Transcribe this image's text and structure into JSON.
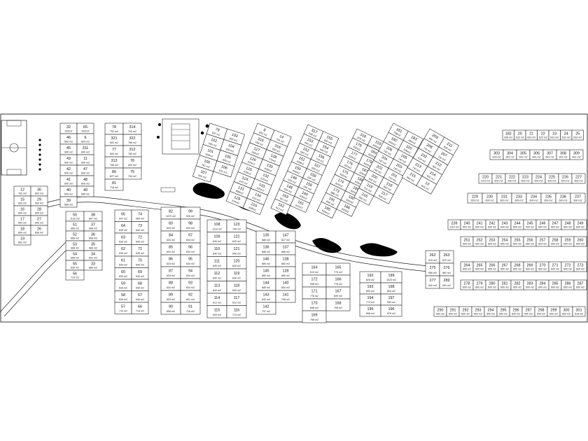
{
  "lots": {
    "strip_a": [
      {
        "no": "12",
        "area": "762 m2"
      },
      {
        "no": "30",
        "area": "803 m2"
      },
      {
        "no": "15",
        "area": "600 m2"
      },
      {
        "no": "29",
        "area": "600 m2"
      },
      {
        "no": "16",
        "area": "600 m2"
      },
      {
        "no": "28",
        "area": "600 m2"
      },
      {
        "no": "17",
        "area": "600 m2"
      },
      {
        "no": "27",
        "area": "600 m2"
      },
      {
        "no": "18",
        "area": "600 m2"
      },
      {
        "no": "26",
        "area": "836 m2"
      },
      {
        "no": "19",
        "area": "681 m2"
      }
    ],
    "strip_b": [
      {
        "no": "32",
        "area": "922m2"
      },
      {
        "no": "65",
        "area": "922m2"
      },
      {
        "no": "46",
        "area": "600 m2"
      },
      {
        "no": "6",
        "area": "600 m2"
      },
      {
        "no": "45",
        "area": "600 m2"
      },
      {
        "no": "311",
        "area": "600 m2"
      },
      {
        "no": "43",
        "area": "600 m2"
      },
      {
        "no": "11",
        "area": "600 m2"
      },
      {
        "no": "42",
        "area": "600 m2"
      },
      {
        "no": "47",
        "area": "600 m2"
      },
      {
        "no": "41",
        "area": "600 m2"
      },
      {
        "no": "48",
        "area": "600 m2"
      },
      {
        "no": "40",
        "area": "600 m2"
      },
      {
        "no": "49",
        "area": "665 m2"
      },
      {
        "no": "39",
        "area": "685 m2"
      }
    ],
    "strip_c": [
      {
        "no": "78",
        "area": "700 m2"
      },
      {
        "no": "314",
        "area": "700 m2"
      },
      {
        "no": "321",
        "area": "600 m2"
      },
      {
        "no": "322",
        "area": "786 m2"
      },
      {
        "no": "77",
        "area": "600 m2"
      },
      {
        "no": "312",
        "area": "780 m2"
      },
      {
        "no": "313",
        "area": "785 m2"
      },
      {
        "no": "76",
        "area": "600 m2"
      },
      {
        "no": "80",
        "area": "627 m2"
      },
      {
        "no": "75",
        "area": "754 m2"
      },
      {
        "no": "81",
        "area": "718 m2"
      }
    ],
    "block_left": [
      {
        "no": "65",
        "area": "647 m2"
      },
      {
        "no": "74",
        "area": "954 m2"
      },
      {
        "no": "64",
        "area": "639 m2"
      },
      {
        "no": "73",
        "area": "640 m2"
      },
      {
        "no": "63",
        "area": "639 m2"
      },
      {
        "no": "72",
        "area": "640 m2"
      },
      {
        "no": "62",
        "area": "639 m2"
      },
      {
        "no": "71",
        "area": "640 m2"
      },
      {
        "no": "61",
        "area": "639 m2"
      },
      {
        "no": "70",
        "area": "640 m2"
      },
      {
        "no": "60",
        "area": "639 m2"
      },
      {
        "no": "69",
        "area": "640 m2"
      },
      {
        "no": "59",
        "area": "639 m2"
      },
      {
        "no": "68",
        "area": "640 m2"
      },
      {
        "no": "58",
        "area": "639 m2"
      },
      {
        "no": "67",
        "area": "640 m2"
      },
      {
        "no": "57",
        "area": "715 m2"
      },
      {
        "no": "66",
        "area": "715 m2"
      }
    ],
    "block_west": [
      {
        "no": "50",
        "area": "1133 m2"
      },
      {
        "no": "38",
        "area": "897 m2"
      },
      {
        "no": "51",
        "area": "668 m2"
      },
      {
        "no": "37",
        "area": "668 m2"
      },
      {
        "no": "52",
        "area": "668 m2"
      },
      {
        "no": "36",
        "area": "668 m2"
      },
      {
        "no": "53",
        "area": "668 m2"
      },
      {
        "no": "35",
        "area": "668 m2"
      },
      {
        "no": "54",
        "area": "668 m2"
      },
      {
        "no": "34",
        "area": "822 m2"
      },
      {
        "no": "55",
        "area": "636 m2"
      },
      {
        "no": "33",
        "area": "889 m2"
      },
      {
        "no": "56",
        "area": "715 m2"
      }
    ],
    "block_mid": [
      {
        "no": "82",
        "area": "1073 m2"
      },
      {
        "no": "99",
        "area": "926 m2"
      },
      {
        "no": "83",
        "area": "634 m2"
      },
      {
        "no": "98",
        "area": "634 m2"
      },
      {
        "no": "84",
        "area": "634 m2"
      },
      {
        "no": "97",
        "area": "634 m2"
      },
      {
        "no": "85",
        "area": "634 m2"
      },
      {
        "no": "96",
        "area": "634 m2"
      },
      {
        "no": "86",
        "area": "634 m2"
      },
      {
        "no": "95",
        "area": "634 m2"
      },
      {
        "no": "87",
        "area": "634 m2"
      },
      {
        "no": "94",
        "area": "634 m2"
      },
      {
        "no": "88",
        "area": "634 m2"
      },
      {
        "no": "93",
        "area": "634 m2"
      },
      {
        "no": "89",
        "area": "634 m2"
      },
      {
        "no": "92",
        "area": "601 m2"
      },
      {
        "no": "90",
        "area": "698 m2"
      },
      {
        "no": "91",
        "area": "716 m2"
      }
    ],
    "block_center": [
      {
        "no": "108",
        "area": "1118 m2"
      },
      {
        "no": "123",
        "area": "736 m2"
      },
      {
        "no": "109",
        "area": "640 m2"
      },
      {
        "no": "122",
        "area": "640 m2"
      },
      {
        "no": "110",
        "area": "640 m2"
      },
      {
        "no": "121",
        "area": "640 m2"
      },
      {
        "no": "111",
        "area": "640 m2"
      },
      {
        "no": "120",
        "area": "640 m2"
      },
      {
        "no": "112",
        "area": "640 m2"
      },
      {
        "no": "119",
        "area": "640 m2"
      },
      {
        "no": "113",
        "area": "640 m2"
      },
      {
        "no": "118",
        "area": "640 m2"
      },
      {
        "no": "114",
        "area": "612 m2"
      },
      {
        "no": "117",
        "area": "612 m2"
      },
      {
        "no": "115",
        "area": "693 m2"
      },
      {
        "no": "116",
        "area": "713 m2"
      }
    ],
    "block_135": [
      {
        "no": "135",
        "area": "686 m2"
      },
      {
        "no": "147",
        "area": "627 m2"
      },
      {
        "no": "136",
        "area": "686 m2"
      },
      {
        "no": "137",
        "area": "686 m2"
      },
      {
        "no": "146",
        "area": "680 m2"
      },
      {
        "no": "138",
        "area": "680 m2"
      },
      {
        "no": "145",
        "area": "680 m2"
      },
      {
        "no": "139",
        "area": "680 m2"
      },
      {
        "no": "144",
        "area": "680 m2"
      },
      {
        "no": "140",
        "area": "654 m2"
      },
      {
        "no": "143",
        "area": "640 m2"
      },
      {
        "no": "141",
        "area": "748 m2"
      },
      {
        "no": "142",
        "area": "737 m2"
      }
    ],
    "block_164": [
      {
        "no": "164",
        "area": "615 m2"
      },
      {
        "no": "165",
        "area": "776 m2"
      },
      {
        "no": "172",
        "area": "998 m2"
      },
      {
        "no": "166",
        "area": "776 m2"
      },
      {
        "no": "171",
        "area": "776 m2"
      },
      {
        "no": "167",
        "area": "699 m2"
      },
      {
        "no": "170",
        "area": "698 m2"
      },
      {
        "no": "168",
        "area": "795 m2"
      },
      {
        "no": "169",
        "area": "798 m2"
      }
    ],
    "block_192": [
      {
        "no": "192",
        "area": "826 m2"
      },
      {
        "no": "199",
        "area": "1023 m2"
      },
      {
        "no": "193",
        "area": "853 m2"
      },
      {
        "no": "198",
        "area": "854 m2"
      },
      {
        "no": "194",
        "area": "773 m2"
      },
      {
        "no": "197",
        "area": "839 m2"
      },
      {
        "no": "195",
        "area": "858 m2"
      },
      {
        "no": "196",
        "area": "876 m2"
      }
    ],
    "diag_1": [
      {
        "no": "79",
        "area": "837 m2"
      },
      {
        "no": "103",
        "area": "600 m2"
      },
      {
        "no": "102",
        "area": "600 m2"
      },
      {
        "no": "104",
        "area": "600 m2"
      },
      {
        "no": "101",
        "area": "600m2"
      },
      {
        "no": "105",
        "area": "600 m2"
      },
      {
        "no": "100",
        "area": "781 m2"
      },
      {
        "no": "106",
        "area": "631 m2"
      },
      {
        "no": "107",
        "area": "600 m2"
      }
    ],
    "diag_2": [
      {
        "no": "8",
        "area": "832 m2"
      },
      {
        "no": "14",
        "area": "794 m2"
      },
      {
        "no": "315",
        "area": "638 m2"
      },
      {
        "no": "316",
        "area": "600 m2"
      },
      {
        "no": "127",
        "area": "640m2"
      },
      {
        "no": "128",
        "area": "770m2"
      },
      {
        "no": "126",
        "area": "620m2"
      },
      {
        "no": "130",
        "area": "630m2"
      },
      {
        "no": "125",
        "area": "620m2"
      },
      {
        "no": "132",
        "area": "622m2"
      },
      {
        "no": "124",
        "area": "610 m2"
      },
      {
        "no": "133",
        "area": "620m2"
      },
      {
        "no": "131",
        "area": "898m2"
      },
      {
        "no": "134",
        "area": "619 m2"
      },
      {
        "no": "129",
        "area": "624m2"
      },
      {
        "no": "210",
        "area": "608m2"
      }
    ],
    "diag_3": [
      {
        "no": "317",
        "area": "648 m2"
      },
      {
        "no": "155",
        "area": "660 m2"
      },
      {
        "no": "153",
        "area": "665 m2"
      },
      {
        "no": "154",
        "area": "660 m2"
      },
      {
        "no": "152",
        "area": "665 m2"
      },
      {
        "no": "156",
        "area": "718 m2"
      },
      {
        "no": "151",
        "area": "648m2"
      },
      {
        "no": "157",
        "area": "655 m2"
      },
      {
        "no": "150",
        "area": "634m2"
      },
      {
        "no": "158",
        "area": "635 m2"
      },
      {
        "no": "149",
        "area": "620 m2"
      },
      {
        "no": "159",
        "area": "635 m2"
      },
      {
        "no": "148",
        "area": "626 m2"
      },
      {
        "no": "160",
        "area": "635m2"
      },
      {
        "no": "163",
        "area": "611 m2"
      },
      {
        "no": "161",
        "area": "613m2"
      },
      {
        "no": "162",
        "area": "613 m2"
      }
    ],
    "diag_4": [
      {
        "no": "318",
        "area": "623 m2"
      },
      {
        "no": "319",
        "area": "640m2"
      },
      {
        "no": "179",
        "area": "620m2"
      },
      {
        "no": "184",
        "area": "620m2"
      },
      {
        "no": "177",
        "area": "620m2"
      },
      {
        "no": "178",
        "area": "620m2"
      },
      {
        "no": "176",
        "area": "620m2"
      },
      {
        "no": "187",
        "area": "620m2"
      },
      {
        "no": "175",
        "area": "620m2"
      },
      {
        "no": "188",
        "area": "620m2"
      },
      {
        "no": "174",
        "area": "620m2"
      },
      {
        "no": "189",
        "area": "620m2"
      },
      {
        "no": "173",
        "area": "888 m2"
      },
      {
        "no": "190",
        "area": "620m2"
      },
      {
        "no": "191",
        "area": "658 m2"
      },
      {
        "no": "186",
        "area": "620m2"
      },
      {
        "no": "185",
        "area": "620m2"
      }
    ],
    "diag_5": [
      {
        "no": "181",
        "area": "796m2"
      },
      {
        "no": "183",
        "area": "680m2"
      },
      {
        "no": "180",
        "area": "665m2"
      },
      {
        "no": "320",
        "area": "639m2"
      },
      {
        "no": "206",
        "area": "740 m2"
      },
      {
        "no": "205",
        "area": "740 m2"
      },
      {
        "no": "204",
        "area": "740 m2"
      },
      {
        "no": "203",
        "area": "740 m2"
      },
      {
        "no": "202",
        "area": "740 m2"
      },
      {
        "no": "201",
        "area": "740 m2"
      },
      {
        "no": "200",
        "area": "640 m2"
      },
      {
        "no": "218",
        "area": "820 m2"
      },
      {
        "no": "219",
        "area": "710 m2"
      },
      {
        "no": "217",
        "area": "800 m2"
      },
      {
        "no": "216",
        "area": "800 m2"
      }
    ],
    "diag_6": [
      {
        "no": "209",
        "area": "680 m2"
      },
      {
        "no": "211",
        "area": "838 m2"
      },
      {
        "no": "208",
        "area": "740 m2"
      },
      {
        "no": "207",
        "area": "740 m2"
      },
      {
        "no": "232",
        "area": "618 m2"
      },
      {
        "no": "212",
        "area": "806 m2"
      },
      {
        "no": "213",
        "area": "740 m2"
      },
      {
        "no": "214",
        "area": "800 m2"
      },
      {
        "no": "215",
        "area": "800 m2"
      },
      {
        "no": "13",
        "area": "818 m2"
      }
    ],
    "east_top": [
      {
        "no": "182",
        "area": "938 m2"
      },
      {
        "no": "20",
        "area": "633 m2"
      },
      {
        "no": "21",
        "area": "633 m2"
      },
      {
        "no": "22",
        "area": "633 m2"
      },
      {
        "no": "23",
        "area": "633 m2"
      },
      {
        "no": "24",
        "area": "633 m2"
      },
      {
        "no": "25",
        "area": "633 m2"
      }
    ],
    "east_row2": [
      {
        "no": "303",
        "area": "876 m2"
      },
      {
        "no": "304",
        "area": "641 m2"
      },
      {
        "no": "305",
        "area": "641 m2"
      },
      {
        "no": "306",
        "area": "641 m2"
      },
      {
        "no": "307",
        "area": "641 m2"
      },
      {
        "no": "308",
        "area": "641 m2"
      },
      {
        "no": "309",
        "area": "641 m2"
      }
    ],
    "east_row3": [
      {
        "no": "220",
        "area": "1151 m2"
      },
      {
        "no": "221",
        "area": "600 m2"
      },
      {
        "no": "222",
        "area": "600 m2"
      },
      {
        "no": "223",
        "area": "600 m2"
      },
      {
        "no": "224",
        "area": "600 m2"
      },
      {
        "no": "225",
        "area": "600 m2"
      },
      {
        "no": "226",
        "area": "600 m2"
      },
      {
        "no": "227",
        "area": "600 m2"
      }
    ],
    "east_row4": [
      {
        "no": "229",
        "area": "953 m2"
      },
      {
        "no": "230",
        "area": "600 m2"
      },
      {
        "no": "231",
        "area": "600 m2"
      },
      {
        "no": "233",
        "area": "600 m2"
      },
      {
        "no": "234",
        "area": "600 m2"
      },
      {
        "no": "235",
        "area": "600 m2"
      },
      {
        "no": "236",
        "area": "600 m2"
      },
      {
        "no": "237",
        "area": "600 m2"
      }
    ],
    "east_row5": [
      {
        "no": "239",
        "area": "1114 m2"
      },
      {
        "no": "240",
        "area": "600 m2"
      },
      {
        "no": "241",
        "area": "600 m2"
      },
      {
        "no": "242",
        "area": "600 m2"
      },
      {
        "no": "243",
        "area": "600 m2"
      },
      {
        "no": "244",
        "area": "600 m2"
      },
      {
        "no": "245",
        "area": "600 m2"
      },
      {
        "no": "246",
        "area": "600 m2"
      },
      {
        "no": "247",
        "area": "600 m2"
      },
      {
        "no": "248",
        "area": "600 m2"
      },
      {
        "no": "249",
        "area": "600 m2"
      }
    ],
    "east_row6": [
      {
        "no": "251",
        "area": "600 m2"
      },
      {
        "no": "252",
        "area": "600 m2"
      },
      {
        "no": "253",
        "area": "600 m2"
      },
      {
        "no": "254",
        "area": "600 m2"
      },
      {
        "no": "255",
        "area": "600 m2"
      },
      {
        "no": "256",
        "area": "600 m2"
      },
      {
        "no": "257",
        "area": "600 m2"
      },
      {
        "no": "258",
        "area": "600 m2"
      },
      {
        "no": "259",
        "area": "600 m2"
      },
      {
        "no": "260",
        "area": "600 m2"
      }
    ],
    "east_mid": [
      {
        "no": "262",
        "area": "615 m2"
      },
      {
        "no": "263",
        "area": "622 m2"
      },
      {
        "no": "275",
        "area": "856 m2"
      },
      {
        "no": "276",
        "area": "682 m2"
      },
      {
        "no": "277",
        "area": "640 m2"
      },
      {
        "no": "289",
        "area": "694 m2"
      }
    ],
    "east_row7": [
      {
        "no": "264",
        "area": "600 m2"
      },
      {
        "no": "265",
        "area": "600 m2"
      },
      {
        "no": "266",
        "area": "600 m2"
      },
      {
        "no": "267",
        "area": "600 m2"
      },
      {
        "no": "268",
        "area": "600 m2"
      },
      {
        "no": "269",
        "area": "600 m2"
      },
      {
        "no": "270",
        "area": "600 m2"
      },
      {
        "no": "271",
        "area": "600 m2"
      },
      {
        "no": "272",
        "area": "600 m2"
      },
      {
        "no": "273",
        "area": "600 m2"
      }
    ],
    "east_row8": [
      {
        "no": "278",
        "area": "600 m2"
      },
      {
        "no": "279",
        "area": "600 m2"
      },
      {
        "no": "280",
        "area": "600 m2"
      },
      {
        "no": "281",
        "area": "600 m2"
      },
      {
        "no": "282",
        "area": "600 m2"
      },
      {
        "no": "283",
        "area": "600 m2"
      },
      {
        "no": "284",
        "area": "600 m2"
      },
      {
        "no": "285",
        "area": "600 m2"
      },
      {
        "no": "286",
        "area": "600 m2"
      },
      {
        "no": "287",
        "area": "600 m2"
      }
    ],
    "east_row9": [
      {
        "no": "290",
        "area": "600 m2"
      },
      {
        "no": "291",
        "area": "600 m2"
      },
      {
        "no": "292",
        "area": "600 m2"
      },
      {
        "no": "293",
        "area": "600 m2"
      },
      {
        "no": "294",
        "area": "600 m2"
      },
      {
        "no": "295",
        "area": "600 m2"
      },
      {
        "no": "296",
        "area": "600 m2"
      },
      {
        "no": "297",
        "area": "600 m2"
      },
      {
        "no": "298",
        "area": "600 m2"
      },
      {
        "no": "299",
        "area": "600 m2"
      },
      {
        "no": "300",
        "area": "600 m2"
      },
      {
        "no": "301",
        "area": "618 m2"
      }
    ]
  }
}
